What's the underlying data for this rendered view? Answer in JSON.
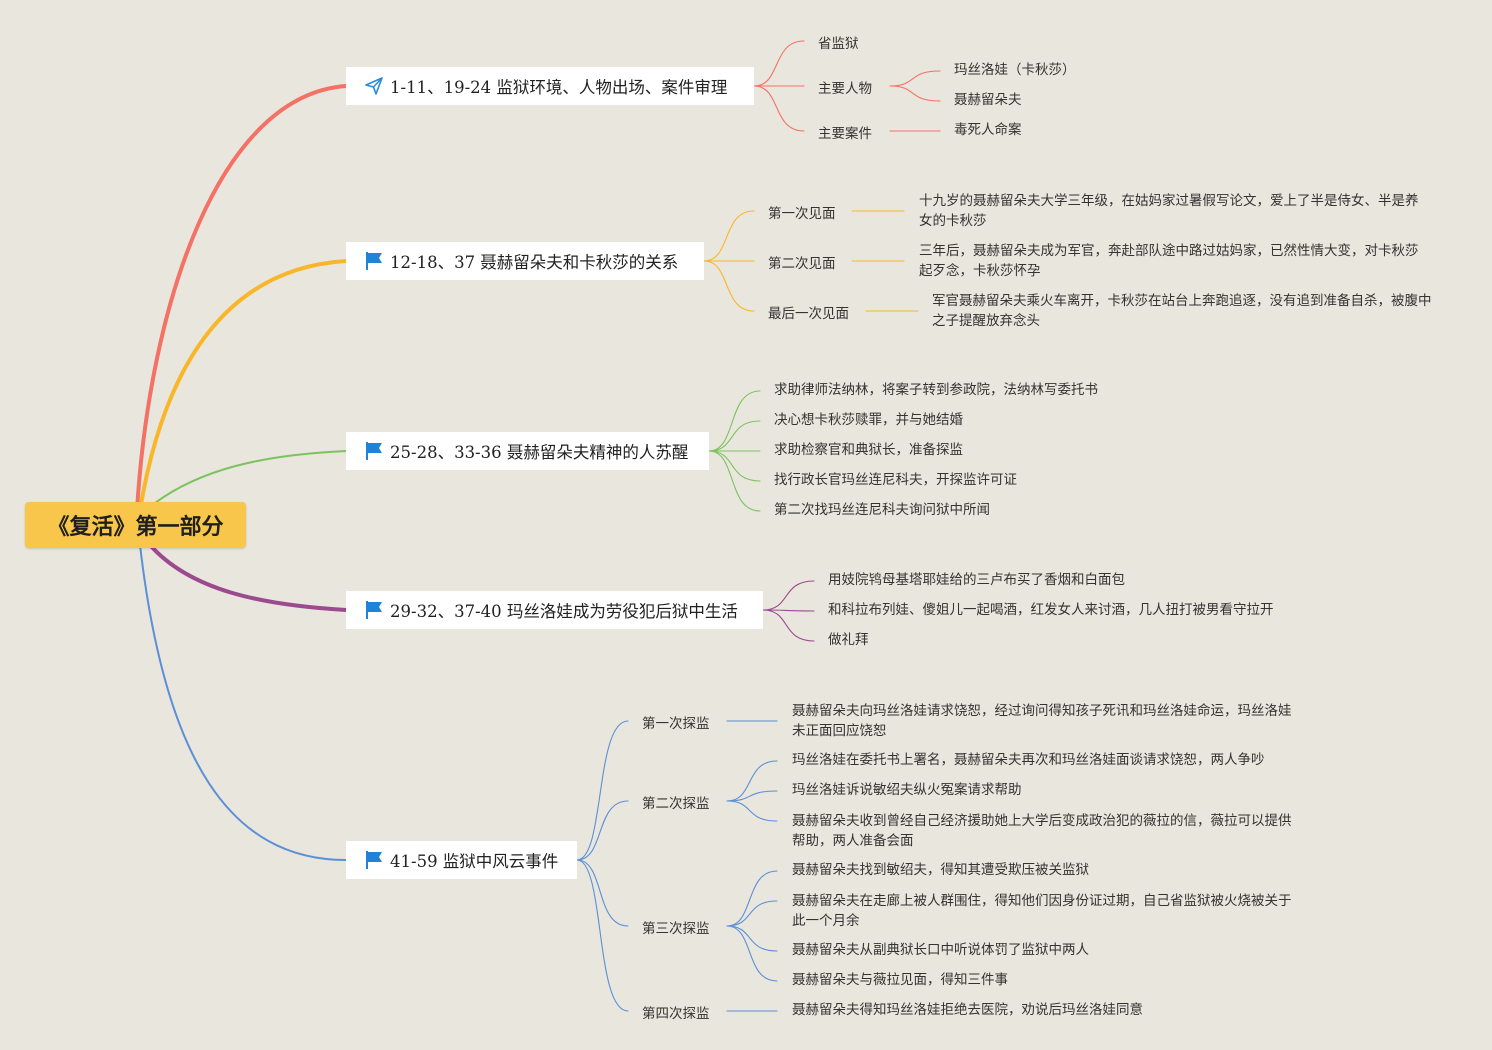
{
  "root": {
    "title": "《复活》第一部分"
  },
  "branches": [
    {
      "label": "1-11、19-24 监狱环境、人物出场、案件审理",
      "color": "#f47166",
      "icon": "paper-plane-icon",
      "children": [
        {
          "label": "省监狱"
        },
        {
          "label": "主要人物",
          "children": [
            {
              "label": "玛丝洛娃（卡秋莎）"
            },
            {
              "label": "聂赫留朵夫"
            }
          ]
        },
        {
          "label": "主要案件",
          "children": [
            {
              "label": "毒死人命案"
            }
          ]
        }
      ]
    },
    {
      "label": "12-18、37 聂赫留朵夫和卡秋莎的关系",
      "color": "#f8b72b",
      "icon": "flag-icon",
      "children": [
        {
          "label": "第一次见面",
          "children": [
            {
              "label": "十九岁的聂赫留朵夫大学三年级，在姑妈家过暑假写论文，爱上了半是侍女、半是养女的卡秋莎"
            }
          ]
        },
        {
          "label": "第二次见面",
          "children": [
            {
              "label": "三年后，聂赫留朵夫成为军官，奔赴部队途中路过姑妈家，已然性情大变，对卡秋莎起歹念，卡秋莎怀孕"
            }
          ]
        },
        {
          "label": "最后一次见面",
          "children": [
            {
              "label": "军官聂赫留朵夫乘火车离开，卡秋莎在站台上奔跑追逐，没有追到准备自杀，被腹中之子提醒放弃念头"
            }
          ]
        }
      ]
    },
    {
      "label": "25-28、33-36 聂赫留朵夫精神的人苏醒",
      "color": "#7cc35f",
      "icon": "flag-icon",
      "children": [
        {
          "label": "求助律师法纳林，将案子转到参政院，法纳林写委托书"
        },
        {
          "label": "决心想卡秋莎赎罪，并与她结婚"
        },
        {
          "label": "求助检察官和典狱长，准备探监"
        },
        {
          "label": "找行政长官玛丝连尼科夫，开探监许可证"
        },
        {
          "label": "第二次找玛丝连尼科夫询问狱中所闻"
        }
      ]
    },
    {
      "label": "29-32、37-40 玛丝洛娃成为劳役犯后狱中生活",
      "color": "#9b4a8f",
      "icon": "flag-icon",
      "children": [
        {
          "label": "用妓院鸨母基塔耶娃给的三卢布买了香烟和白面包"
        },
        {
          "label": "和科拉布列娃、傻姐儿一起喝酒，红发女人来讨酒，几人扭打被男看守拉开"
        },
        {
          "label": "做礼拜"
        }
      ]
    },
    {
      "label": "41-59 监狱中风云事件",
      "color": "#5b8fd6",
      "icon": "flag-icon",
      "children": [
        {
          "label": "第一次探监",
          "children": [
            {
              "label": "聂赫留朵夫向玛丝洛娃请求饶恕，经过询问得知孩子死讯和玛丝洛娃命运，玛丝洛娃未正面回应饶恕"
            }
          ]
        },
        {
          "label": "第二次探监",
          "children": [
            {
              "label": "玛丝洛娃在委托书上署名，聂赫留朵夫再次和玛丝洛娃面谈请求饶恕，两人争吵"
            },
            {
              "label": "玛丝洛娃诉说敏绍夫纵火冤案请求帮助"
            },
            {
              "label": "聂赫留朵夫收到曾经自己经济援助她上大学后变成政治犯的薇拉的信，薇拉可以提供帮助，两人准备会面"
            }
          ]
        },
        {
          "label": "第三次探监",
          "children": [
            {
              "label": "聂赫留朵夫找到敏绍夫，得知其遭受欺压被关监狱"
            },
            {
              "label": "聂赫留朵夫在走廊上被人群围住，得知他们因身份证过期，自己省监狱被火烧被关于此一个月余"
            },
            {
              "label": "聂赫留朵夫从副典狱长口中听说体罚了监狱中两人"
            },
            {
              "label": "聂赫留朵夫与薇拉见面，得知三件事"
            }
          ]
        },
        {
          "label": "第四次探监",
          "children": [
            {
              "label": "聂赫留朵夫得知玛丝洛娃拒绝去医院，劝说后玛丝洛娃同意"
            }
          ]
        }
      ]
    }
  ]
}
